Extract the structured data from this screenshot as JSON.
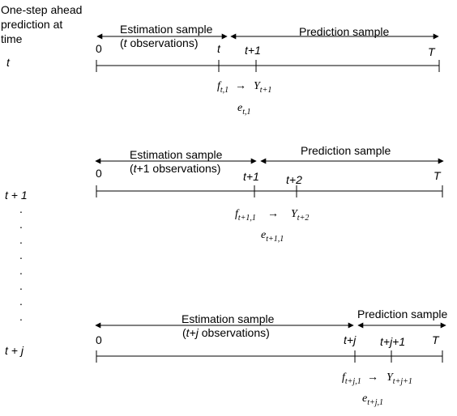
{
  "heading": {
    "line1": "One-step ahead",
    "line2": "prediction at",
    "line3": "time"
  },
  "dots": ".",
  "arrow_symbol": "→",
  "rows": [
    {
      "time_label": "t",
      "estimation_label": "Estimation sample",
      "obs_open": "(",
      "obs_var": "t",
      "obs_close": " observations)",
      "prediction_label": "Prediction sample",
      "tick_zero": "0",
      "tick_split": "t",
      "tick_next": "t+1",
      "tick_end": "T",
      "forecast": {
        "f": "f",
        "f_sub": "t,1",
        "y": "Y",
        "y_sub": "t+1"
      },
      "error": {
        "e": "e",
        "e_sub": "t,1"
      }
    },
    {
      "time_label": "t + 1",
      "estimation_label": "Estimation sample",
      "obs_open": "(",
      "obs_var": "t",
      "obs_close": "+1 observations)",
      "prediction_label": "Prediction sample",
      "tick_zero": "0",
      "tick_split": "t+1",
      "tick_next": "t+2",
      "tick_end": "T",
      "forecast": {
        "f": "f",
        "f_sub": "t+1,1",
        "y": "Y",
        "y_sub": "t+2"
      },
      "error": {
        "e": "e",
        "e_sub": "t+1,1"
      }
    },
    {
      "time_label": "t + j",
      "estimation_label": "Estimation sample",
      "obs_open": "(",
      "obs_var": "t+j",
      "obs_close": " observations)",
      "prediction_label": "Prediction sample",
      "tick_zero": "0",
      "tick_split": "t+j",
      "tick_next": "t+j+1",
      "tick_end": "T",
      "forecast": {
        "f": "f",
        "f_sub": "t+j,1",
        "y": "Y",
        "y_sub": "t+j+1"
      },
      "error": {
        "e": "e",
        "e_sub": "t+j,1"
      }
    }
  ]
}
